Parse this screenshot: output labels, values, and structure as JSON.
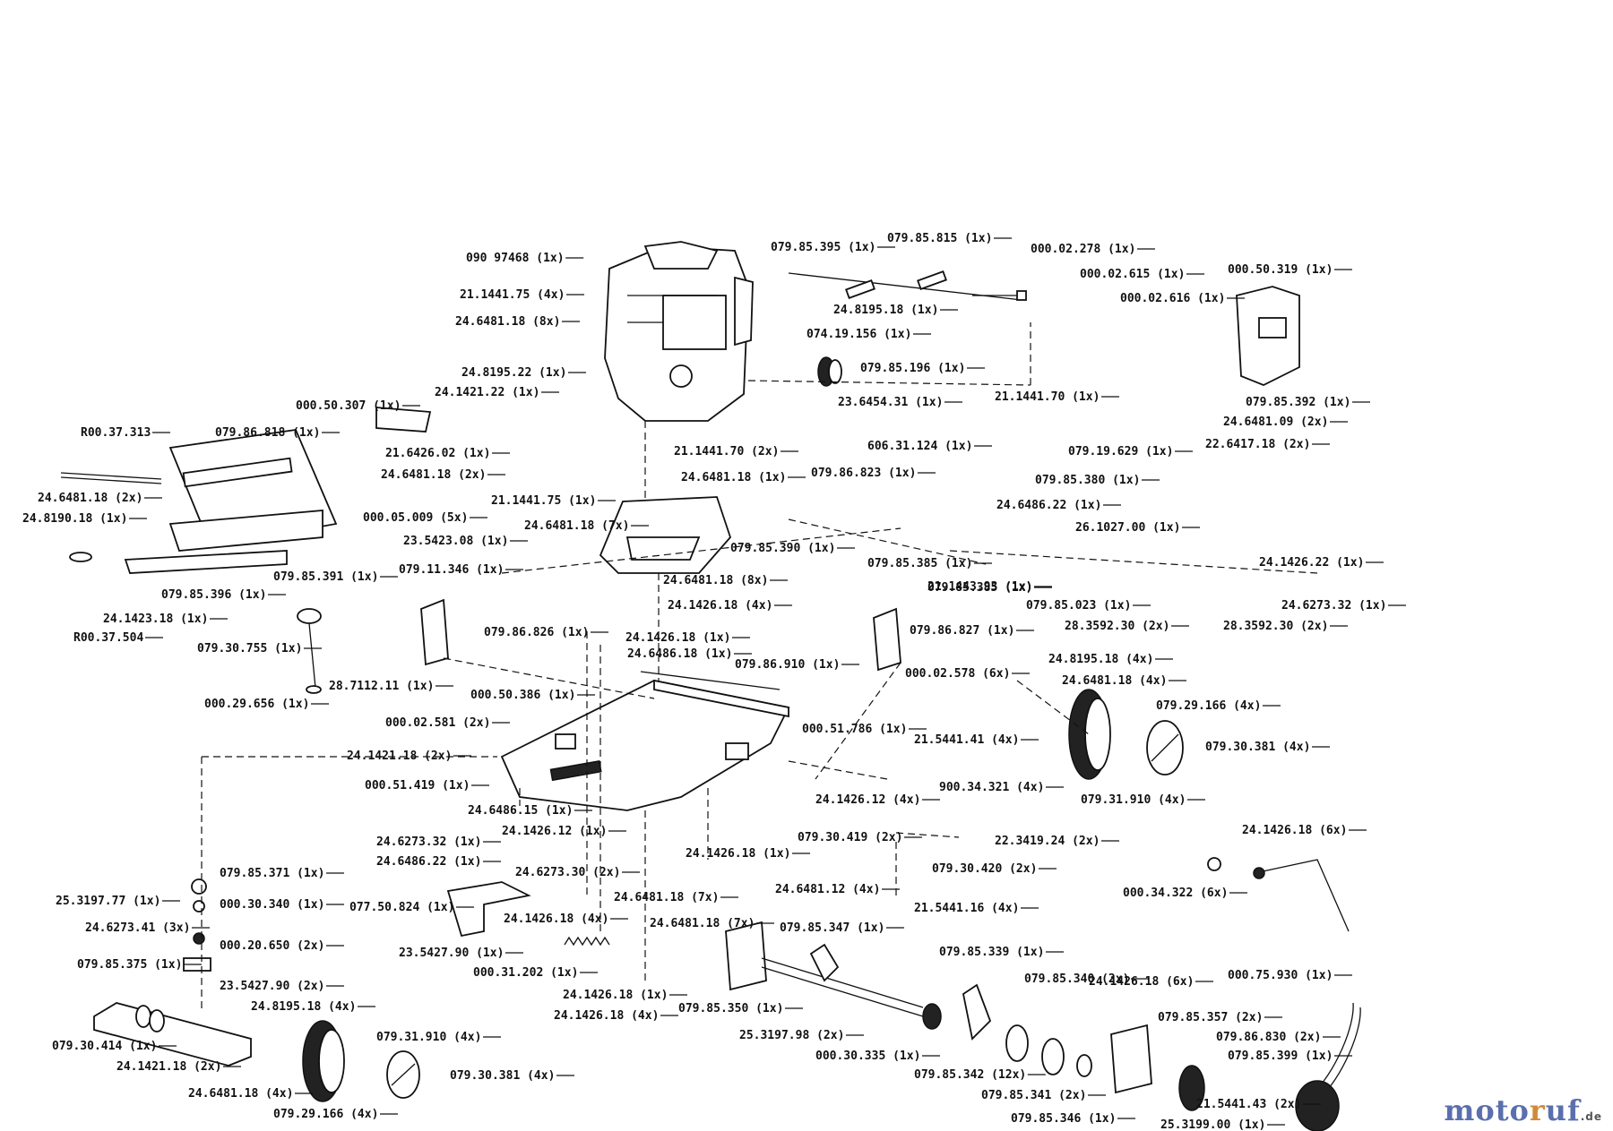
{
  "watermark": {
    "part1": "moto",
    "part2": "r",
    "part3": "uf",
    "tld": ".de"
  },
  "labels": [
    "090 97468 (1x)",
    "21.1441.75 (4x)",
    "24.6481.18 (8x)",
    "24.8195.22 (1x)",
    "24.1421.22 (1x)",
    "000.50.307 (1x)",
    "R00.37.313",
    "079.86.818 (1x)",
    "21.6426.02 (1x)",
    "24.6481.18 (2x)",
    "24.6481.18 (2x)",
    "24.8190.18 (1x)",
    "000.05.009 (5x)",
    "079.85.396 (1x)",
    "079.85.391 (1x)",
    "24.1423.18 (1x)",
    "R00.37.504",
    "079.85.395 (1x)",
    "079.85.815 (1x)",
    "000.02.278 (1x)",
    "000.02.615 (1x)",
    "000.50.319 (1x)",
    "000.02.616 (1x)",
    "24.8195.18 (1x)",
    "074.19.156 (1x)",
    "079.85.196 (1x)",
    "23.6454.31 (1x)",
    "079.85.392 (1x)",
    "24.6481.09 (2x)",
    "22.6417.18 (2x)",
    "21.1441.70 (1x)",
    "606.31.124 (1x)",
    "079.19.629 (1x)",
    "21.1441.70 (2x)",
    "24.6481.18 (1x)",
    "079.86.823 (1x)",
    "079.85.380 (1x)",
    "24.6486.22 (1x)",
    "21.1441.75 (1x)",
    "24.6481.18 (7x)",
    "23.5423.08 (1x)",
    "079.11.346 (1x)",
    "079.85.390 (1x)",
    "079.85.385 (1x)",
    "079.85.385 (1x)",
    "21.1443.93 (1x)",
    "26.1027.00 (1x)",
    "24.1426.22 (1x)",
    "079.85.023 (1x)",
    "28.3592.30 (2x)",
    "28.3592.30 (2x)",
    "24.6273.32 (1x)",
    "24.6481.18 (8x)",
    "24.1426.18 (4x)",
    "079.30.755 (1x)",
    "079.86.826 (1x)",
    "24.1426.18 (1x)",
    "24.6486.18 (1x)",
    "079.86.827 (1x)",
    "000.02.578 (6x)",
    "28.7112.11 (1x)",
    "000.29.656 (1x)",
    "000.50.386 (1x)",
    "079.86.910 (1x)",
    "24.8195.18 (4x)",
    "24.6481.18 (4x)",
    "079.29.166 (4x)",
    "000.02.581 (2x)",
    "000.51.786 (1x)",
    "21.5441.41 (4x)",
    "079.30.381 (4x)",
    "24.1421.18 (2x)",
    "900.34.321 (4x)",
    "000.51.419 (1x)",
    "079.31.910 (4x)",
    "24.6486.15 (1x)",
    "24.1426.12 (4x)",
    "24.1426.12 (1x)",
    "24.6273.32 (1x)",
    "24.6486.22 (1x)",
    "24.6273.30 (2x)",
    "079.30.419 (2x)",
    "22.3419.24 (2x)",
    "24.1426.18 (6x)",
    "079.85.371 (1x)",
    "24.1426.18 (1x)",
    "079.30.420 (2x)",
    "25.3197.77 (1x)",
    "000.30.340 (1x)",
    "077.50.824 (1x)",
    "24.6481.18 (7x)",
    "24.6481.12 (4x)",
    "000.34.322 (6x)",
    "24.6273.41 (3x)",
    "24.1426.18 (4x)",
    "21.5441.16 (4x)",
    "000.20.650 (2x)",
    "24.6481.18 (7x)",
    "079.85.347 (1x)",
    "079.85.375 (1x)",
    "23.5427.90 (1x)",
    "079.85.339 (1x)",
    "000.31.202 (1x)",
    "23.5427.90 (2x)",
    "24.1426.18 (1x)",
    "079.85.340 (2x)",
    "24.1426.18 (6x)",
    "000.75.930 (1x)",
    "24.8195.18 (4x)",
    "079.85.350 (1x)",
    "24.1426.18 (4x)",
    "079.85.357 (2x)",
    "079.30.414 (1x)",
    "079.31.910 (4x)",
    "079.86.830 (2x)",
    "25.3197.98 (2x)",
    "079.85.399 (1x)",
    "24.1421.18 (2x)",
    "000.30.335 (1x)",
    "079.85.342 (12x)",
    "24.6481.18 (4x)",
    "079.30.381 (4x)",
    "21.5441.43 (2x)",
    "079.29.166 (4x)",
    "079.85.341 (2x)",
    "079.85.346 (1x)",
    "25.3199.00 (1x)"
  ]
}
